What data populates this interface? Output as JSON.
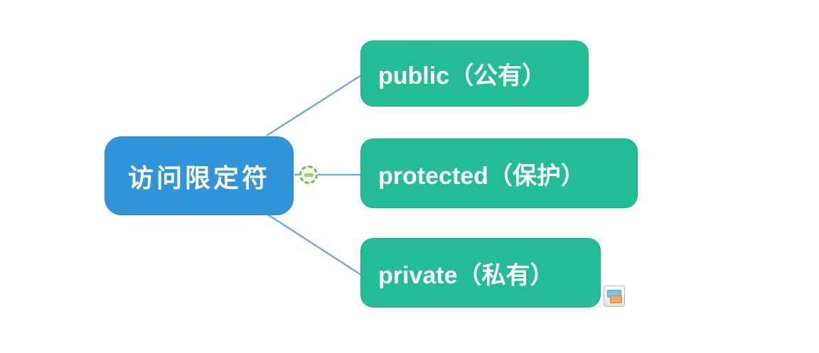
{
  "mindmap": {
    "root": {
      "label": "访问限定符"
    },
    "children": [
      {
        "label": "public（公有）"
      },
      {
        "label": "protected（保护）"
      },
      {
        "label": "private（私有）"
      }
    ],
    "collapse_button": {
      "icon": "minus-circle-icon",
      "state": "expanded"
    },
    "overlay_button": {
      "icon": "mini-topics-icon"
    },
    "colors": {
      "root_fill": "#3095d8",
      "child_fill": "#22bd94",
      "connector": "#7ba7dc",
      "collapse_ring": "#7db84f",
      "node_text": "#ffffff",
      "overlay_blue": "#74c8ea",
      "overlay_orange": "#f1a65b"
    }
  }
}
